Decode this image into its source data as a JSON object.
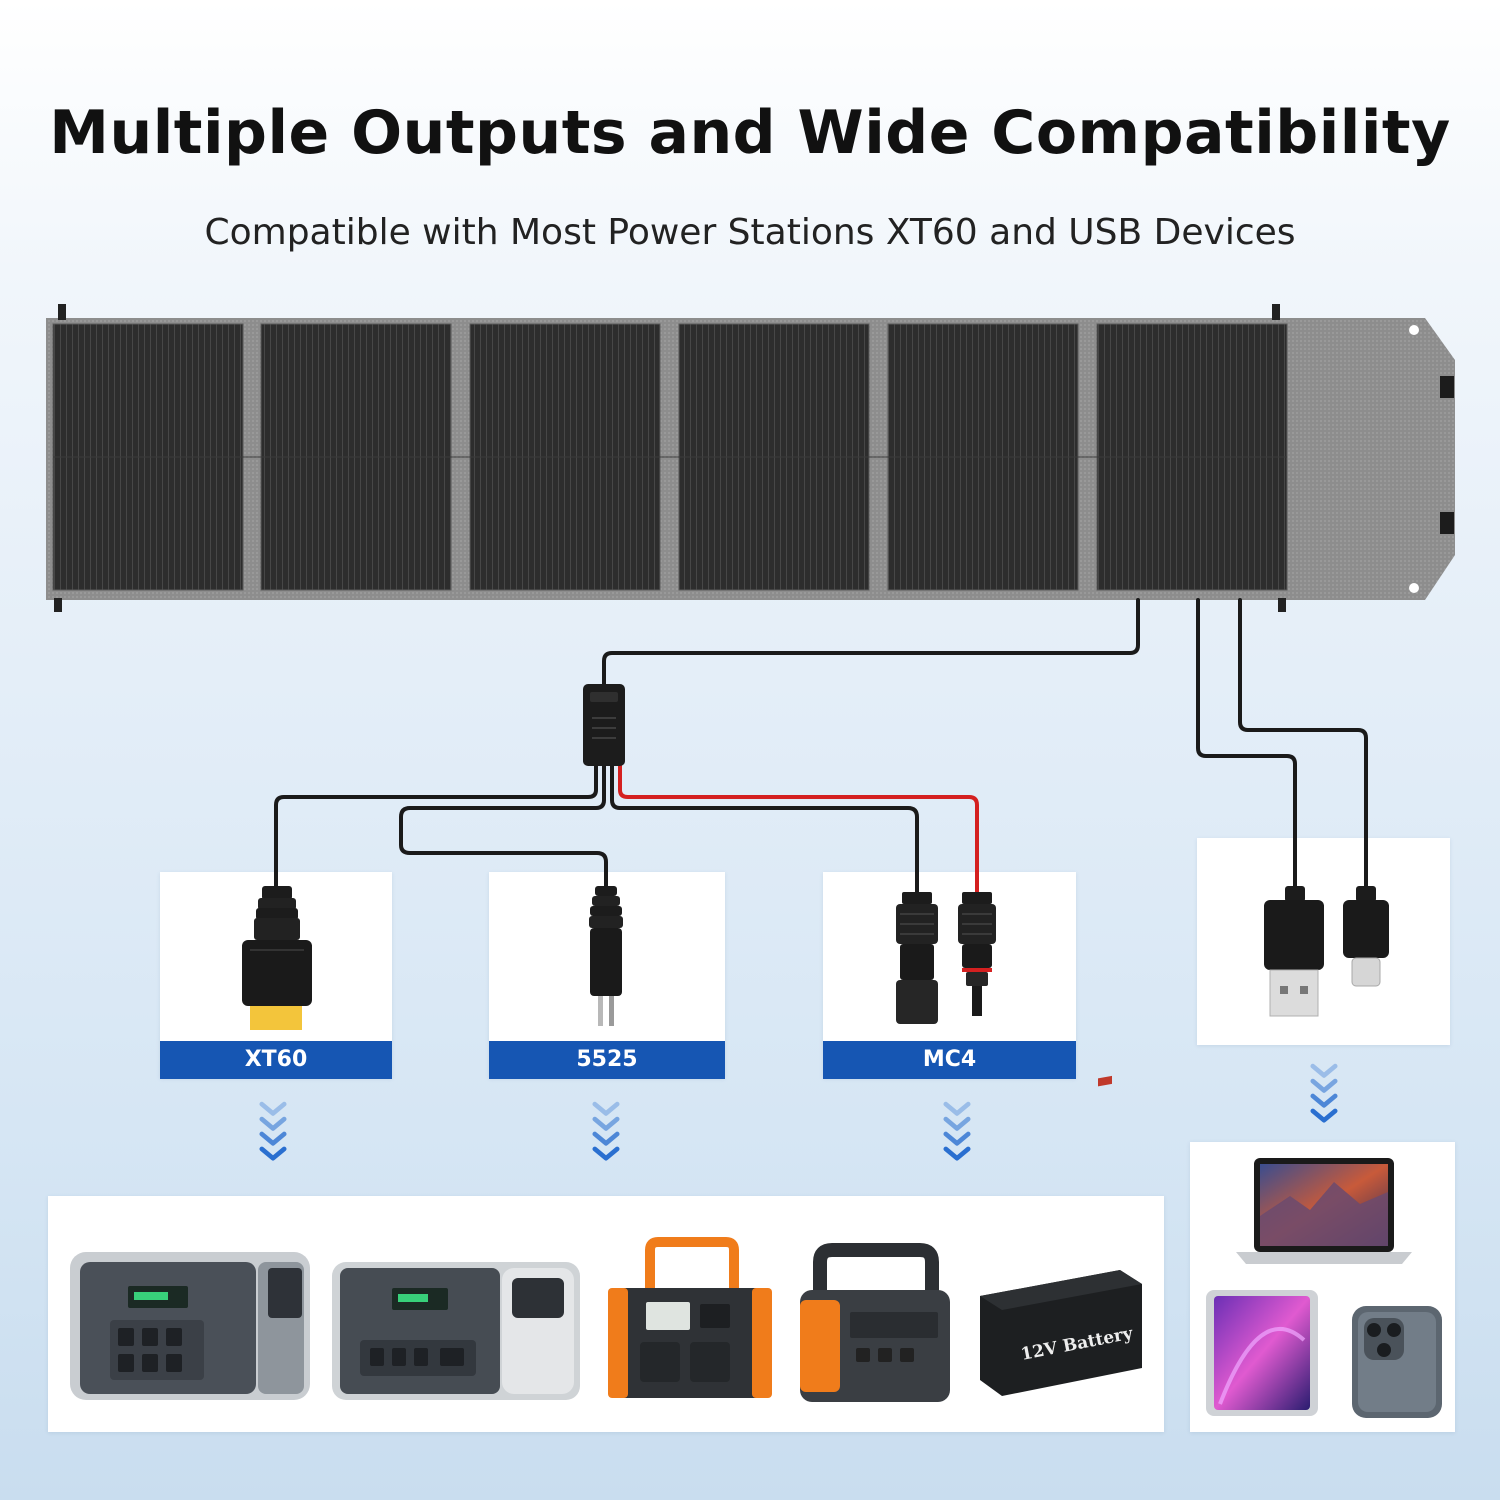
{
  "header": {
    "title": "Multiple Outputs and Wide Compatibility",
    "subtitle": "Compatible with Most Power Stations XT60 and USB Devices"
  },
  "connectors": [
    {
      "label": "XT60"
    },
    {
      "label": "5525"
    },
    {
      "label": "MC4"
    }
  ],
  "devices": {
    "battery_label": "12V Battery"
  },
  "colors": {
    "label_bar": "#1656b3",
    "arrow": "#2a6fd0",
    "panel_fabric": "#8c8c8c",
    "cell": "#2b2b2b",
    "cable": "#1a1a1a",
    "red_cable": "#d42020"
  }
}
